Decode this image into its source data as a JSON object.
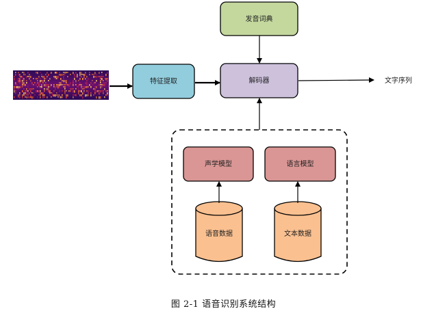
{
  "nodes": {
    "pronunciation_dict": {
      "label": "发音词典",
      "fill": "#c4d89e"
    },
    "feature_extraction": {
      "label": "特征提取",
      "fill": "#92cddd"
    },
    "decoder": {
      "label": "解码器",
      "fill": "#cdc1dc"
    },
    "acoustic_model": {
      "label": "声学模型",
      "fill": "#d99694"
    },
    "language_model": {
      "label": "语言模型",
      "fill": "#d99694"
    },
    "speech_data": {
      "label": "语音数据",
      "fill": "#fac090"
    },
    "text_data": {
      "label": "文本数据",
      "fill": "#fac090"
    }
  },
  "output_label": "文字序列",
  "caption": "图  2-1  语音识别系统结构"
}
